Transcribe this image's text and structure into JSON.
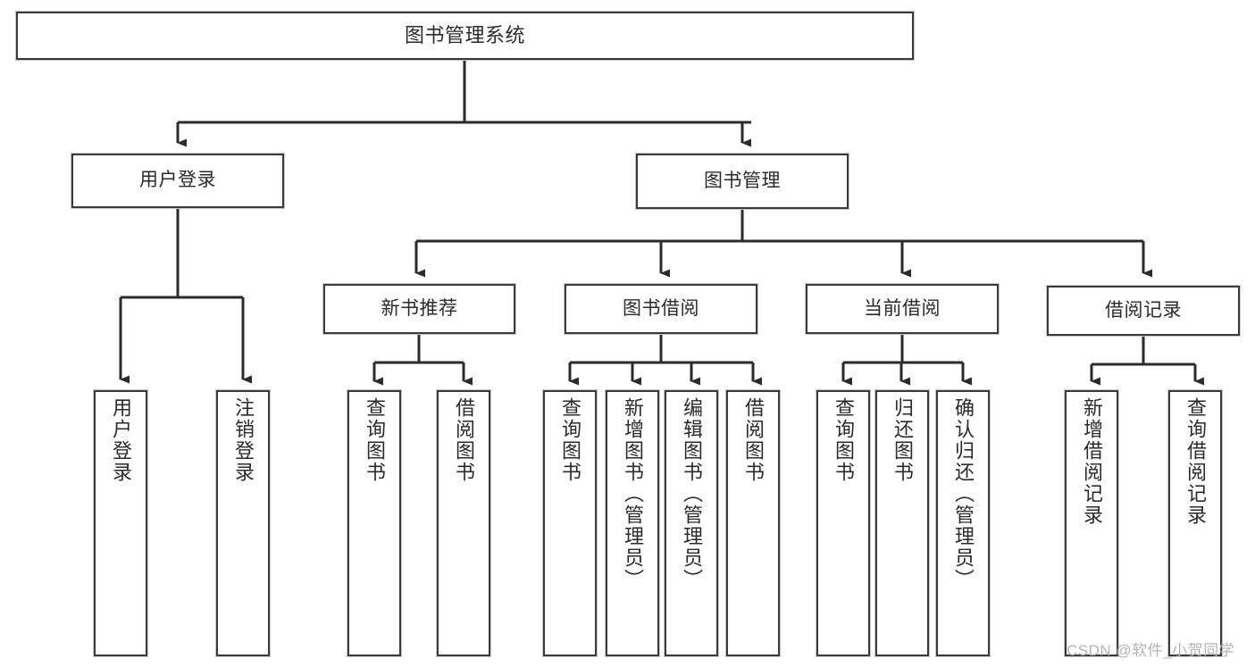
{
  "diagram": {
    "type": "tree",
    "title": "图书管理系统",
    "watermark": "CSDN @软件_小贺同学",
    "colors": {
      "border": "#3a3a3a",
      "border_outer": "#c9c9c9",
      "text": "#2b2b2b",
      "background": "#ffffff",
      "edge": "#2b2b2b",
      "watermark": "#b4b4b4"
    },
    "nodes": {
      "root": {
        "label": "图书管理系统"
      },
      "level1": [
        {
          "label": "用户登录"
        },
        {
          "label": "图书管理"
        }
      ],
      "level2": [
        {
          "label": "新书推荐"
        },
        {
          "label": "图书借阅"
        },
        {
          "label": "当前借阅"
        },
        {
          "label": "借阅记录"
        }
      ],
      "leaves": {
        "user_login": [
          {
            "label": "用户登录"
          },
          {
            "label": "注销登录"
          }
        ],
        "new_book_recommend": [
          {
            "label": "查询图书"
          },
          {
            "label": "借阅图书"
          }
        ],
        "book_borrow": [
          {
            "label": "查询图书"
          },
          {
            "label": "新增图书（管理员）"
          },
          {
            "label": "编辑图书（管理员）"
          },
          {
            "label": "借阅图书"
          }
        ],
        "current_borrow": [
          {
            "label": "查询图书"
          },
          {
            "label": "归还图书"
          },
          {
            "label": "确认归还（管理员）"
          }
        ],
        "borrow_record": [
          {
            "label": "新增借阅记录"
          },
          {
            "label": "查询借阅记录"
          }
        ]
      }
    }
  }
}
